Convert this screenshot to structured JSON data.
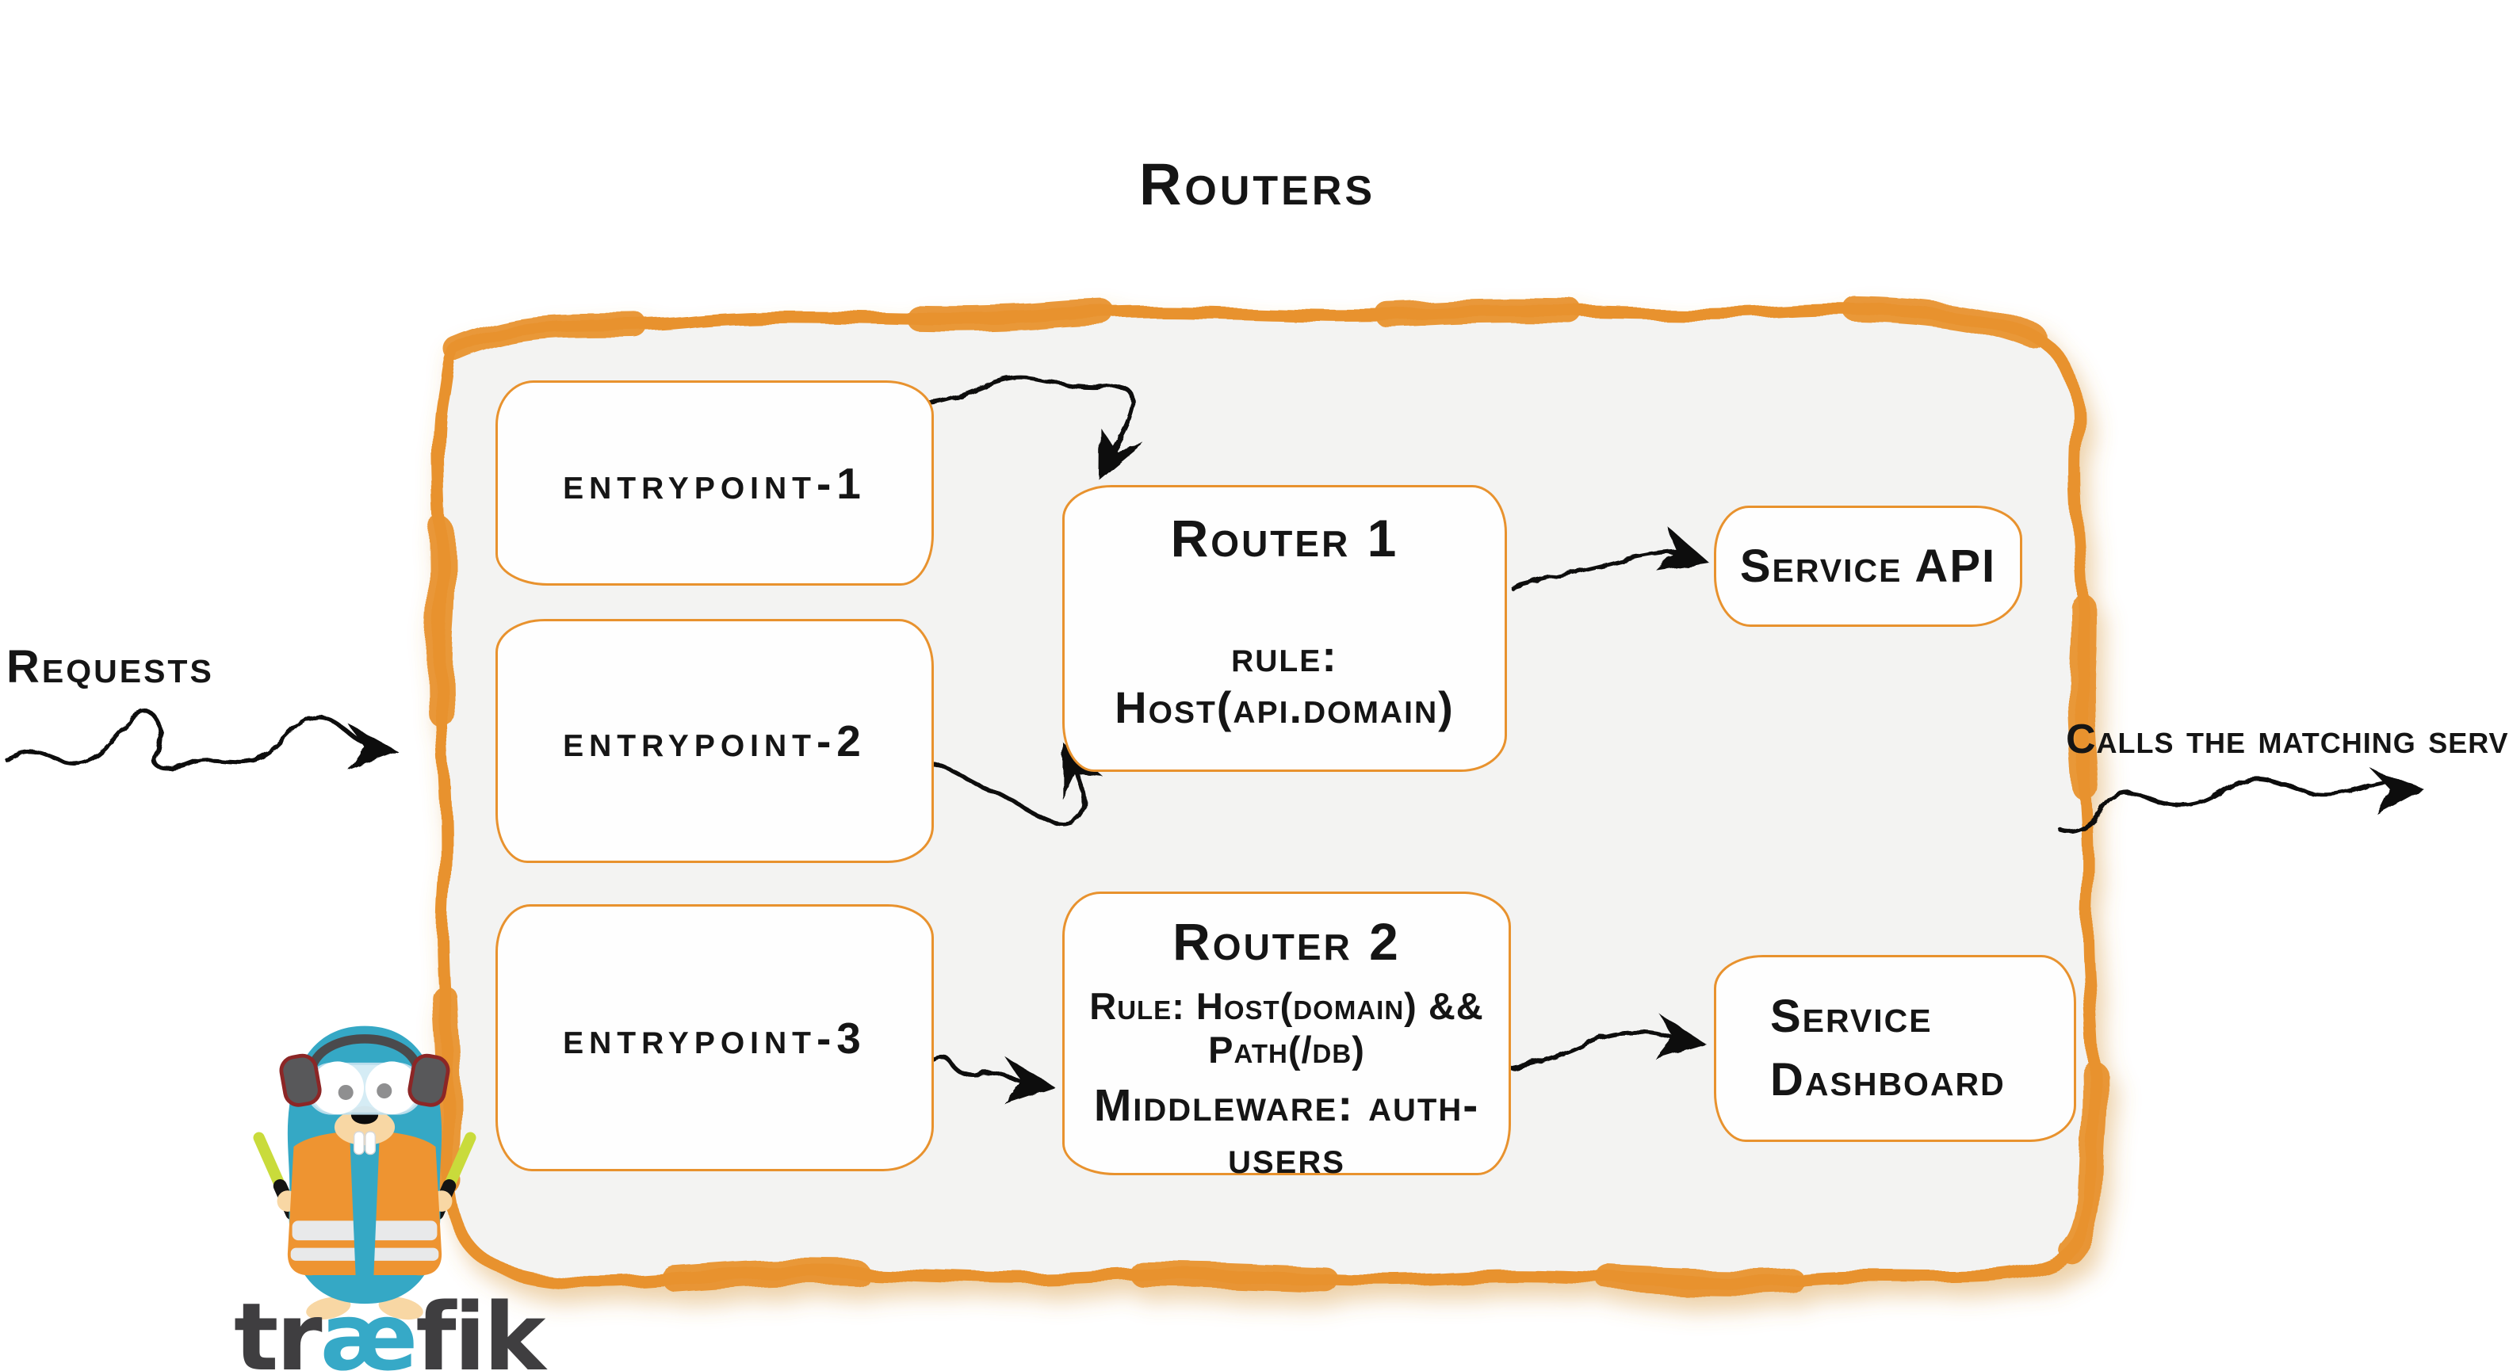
{
  "diagram": {
    "title": "Routers",
    "entrypoints": [
      {
        "label": "entrypoint-1"
      },
      {
        "label": "entrypoint-2"
      },
      {
        "label": "entrypoint-3"
      }
    ],
    "routers": [
      {
        "title": "Router 1",
        "rule": "rule: Host(api.domain)"
      },
      {
        "title": "Router 2",
        "rule": "Rule: Host(domain) && Path(/db)",
        "middleware": "Middleware: auth-users"
      }
    ],
    "services": [
      {
        "lines": [
          "Service API"
        ]
      },
      {
        "lines": [
          "Service",
          "Dashboard"
        ]
      }
    ],
    "annotations": {
      "incoming": "Requests",
      "outgoing": "Calls the matching server"
    },
    "logo": {
      "wordmark_pre": "tr",
      "wordmark_ae": "æ",
      "wordmark_post": "fik"
    },
    "colors": {
      "accent_orange": "#E8922E",
      "panel_gray": "#F3F3F2",
      "ink_black": "#111111",
      "traefik_blue": "#36A9C7",
      "logo_text_gray": "#3F3E40",
      "vest_orange": "#EE9431",
      "baton_green": "#C9DB3B"
    }
  }
}
